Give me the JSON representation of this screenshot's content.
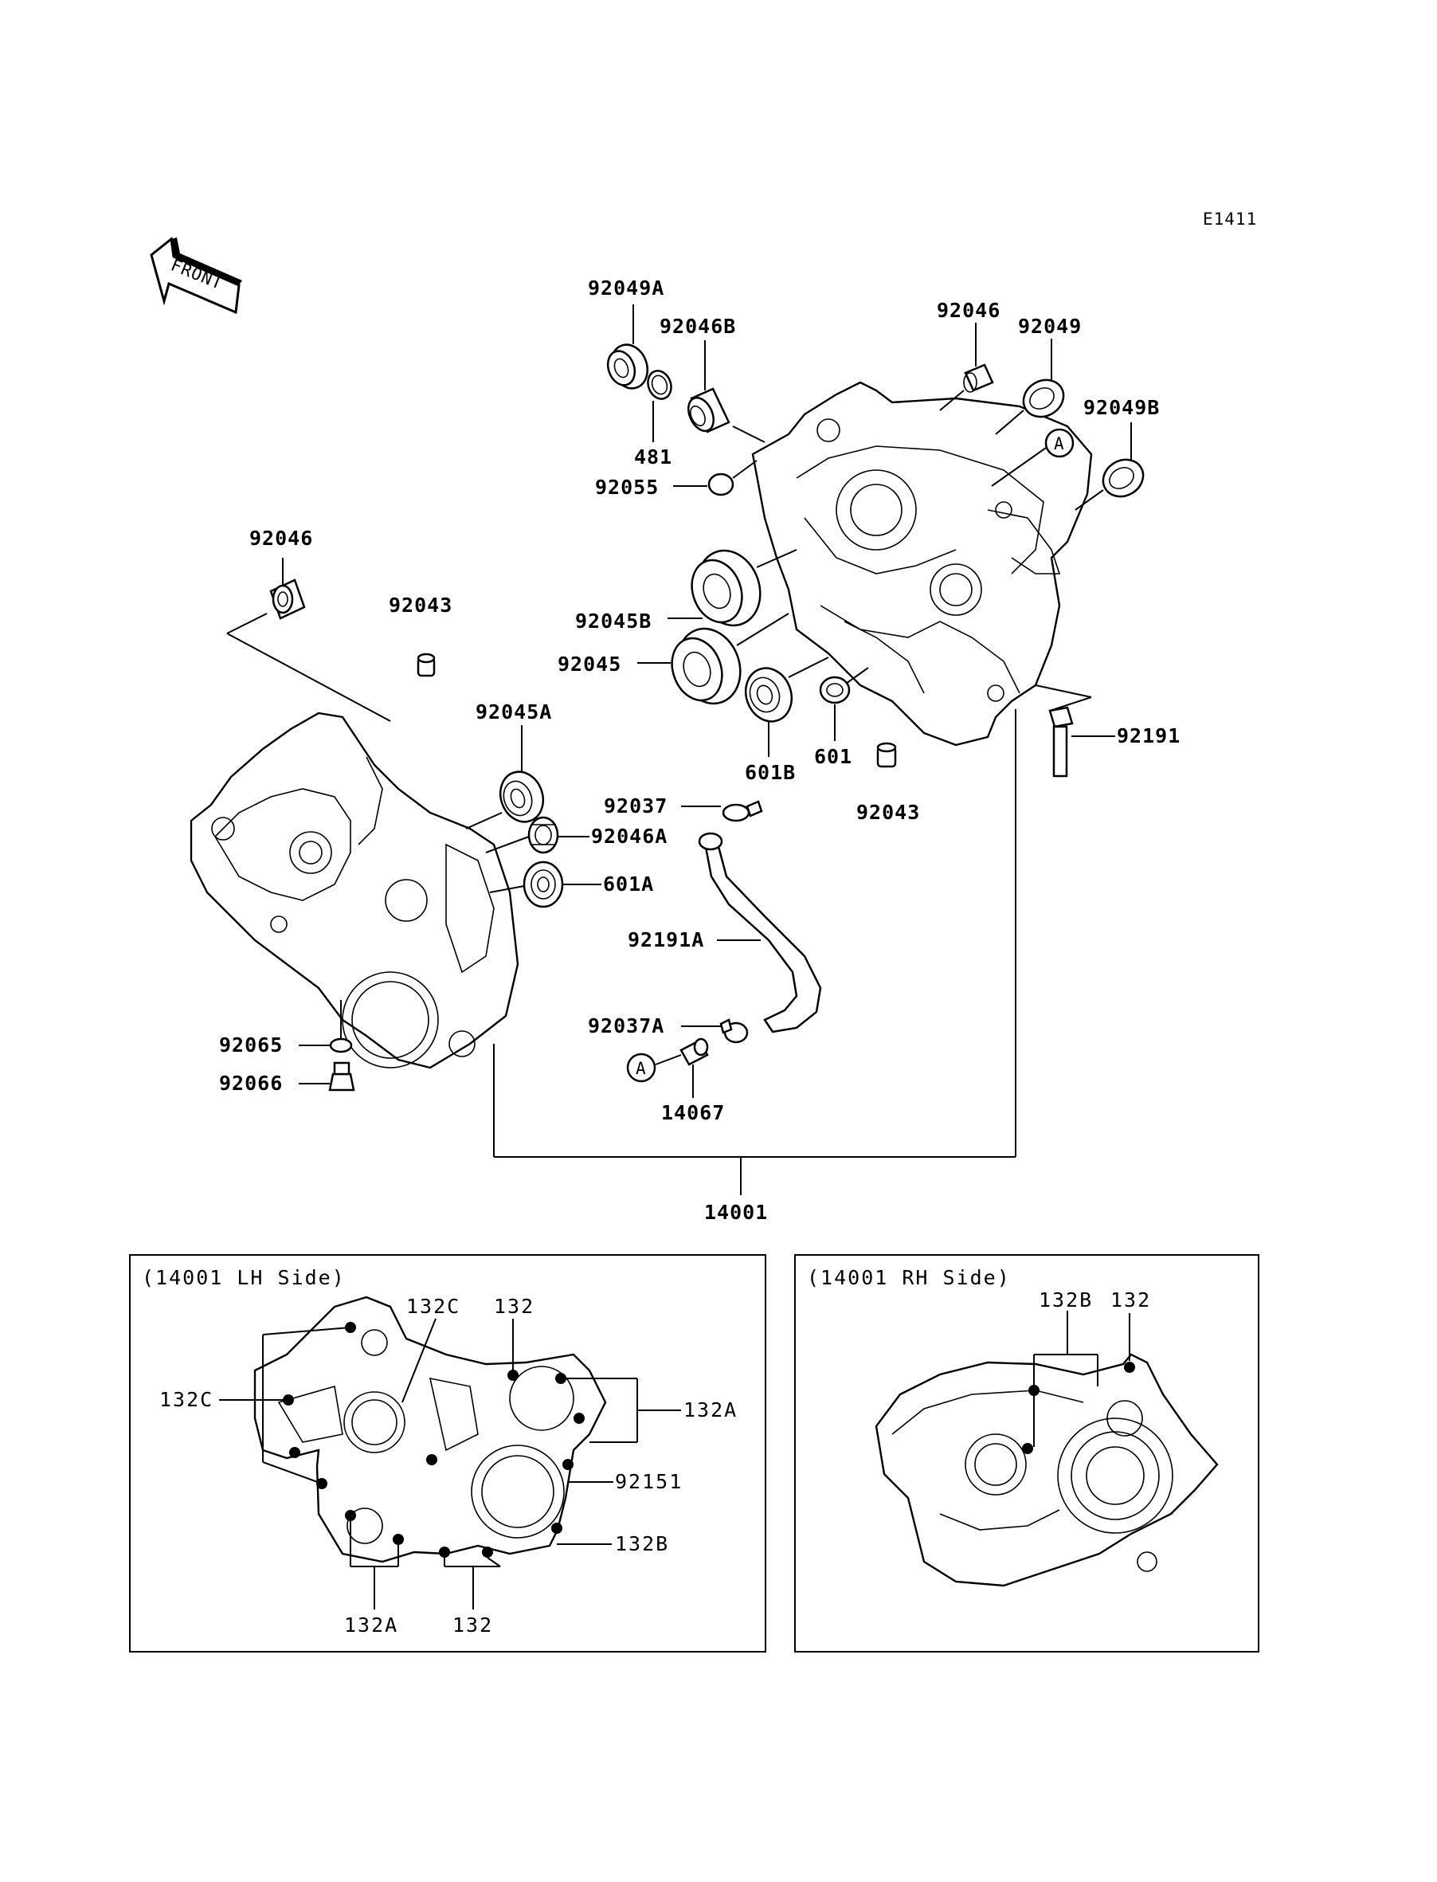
{
  "diagram_code": "E1411",
  "front_arrow_label": "FRONT",
  "ref_marker": "A",
  "parts": {
    "p92049A": "92049A",
    "p92046B": "92046B",
    "p92046_top": "92046",
    "p92049": "92049",
    "p92049B": "92049B",
    "p481": "481",
    "p92055": "92055",
    "p92046_left": "92046",
    "p92043_left": "92043",
    "p92045B": "92045B",
    "p92045": "92045",
    "p92045A": "92045A",
    "p601B": "601B",
    "p601": "601",
    "p92191": "92191",
    "p92043_right": "92043",
    "p92037": "92037",
    "p92046A": "92046A",
    "p601A": "601A",
    "p92191A": "92191A",
    "p92037A": "92037A",
    "p14067": "14067",
    "p92065": "92065",
    "p92066": "92066",
    "p14001": "14001"
  },
  "lh_box": {
    "title": "(14001 LH Side)",
    "labels": {
      "l132C_top": "132C",
      "l132_top": "132",
      "l132C_left": "132C",
      "l132A_right": "132A",
      "l92151": "92151",
      "l132B": "132B",
      "l132A_bottom": "132A",
      "l132_bottom": "132"
    }
  },
  "rh_box": {
    "title": "(14001 RH Side)",
    "labels": {
      "r132B": "132B",
      "r132": "132"
    }
  }
}
